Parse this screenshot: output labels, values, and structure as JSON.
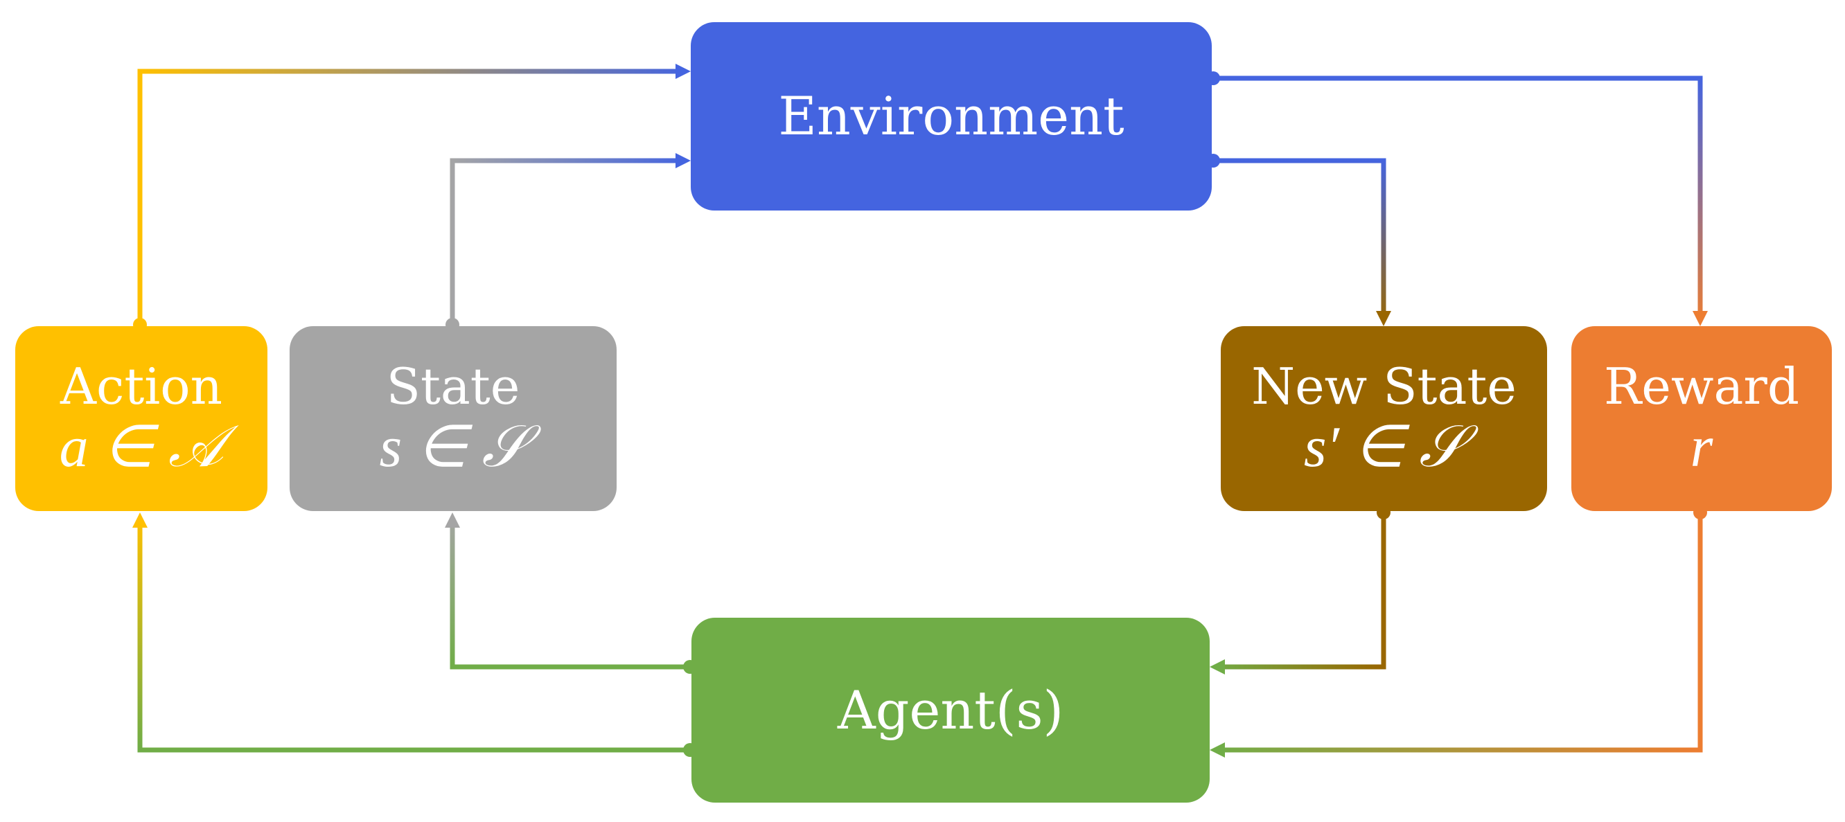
{
  "colors": {
    "environment": "#4464E0",
    "agent": "#70AD47",
    "action": "#FFC000",
    "state": "#A5A5A5",
    "new_state": "#996600",
    "reward": "#ED7D31"
  },
  "nodes": {
    "environment": {
      "label": "Environment"
    },
    "agent": {
      "label": "Agent(s)"
    },
    "action": {
      "label": "Action",
      "math": "a ∈ 𝒜"
    },
    "state": {
      "label": "State",
      "math": "s ∈ 𝒮"
    },
    "new_state": {
      "label": "New State",
      "math": "s′ ∈ 𝒮"
    },
    "reward": {
      "label": "Reward",
      "math": "r"
    }
  },
  "edges": [
    {
      "from": "action",
      "to": "environment"
    },
    {
      "from": "state",
      "to": "environment"
    },
    {
      "from": "environment",
      "to": "new_state"
    },
    {
      "from": "environment",
      "to": "reward"
    },
    {
      "from": "agent",
      "to": "state"
    },
    {
      "from": "agent",
      "to": "action"
    },
    {
      "from": "new_state",
      "to": "agent"
    },
    {
      "from": "reward",
      "to": "agent"
    }
  ]
}
